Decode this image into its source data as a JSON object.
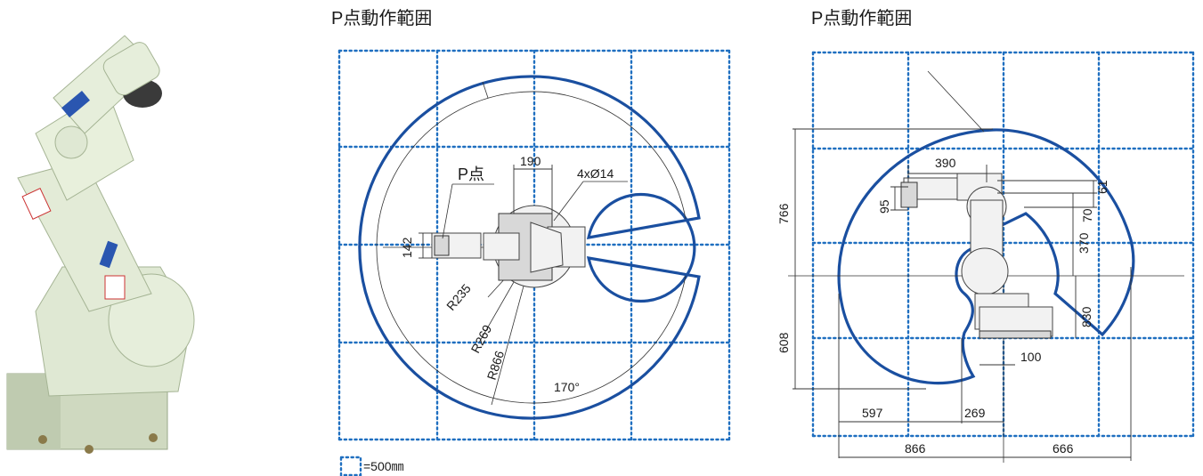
{
  "left_view": {
    "title": "P点動作範囲",
    "labels": {
      "p_point": "P点",
      "dim_190": "190",
      "holes": "4xØ14",
      "dim_142": "142",
      "r235": "R235",
      "r269": "R269",
      "r866": "R866",
      "angle": "170°"
    }
  },
  "right_view": {
    "title": "P点動作範囲",
    "labels": {
      "dim_390": "390",
      "dim_95": "95",
      "dim_61": "61",
      "dim_70": "70",
      "dim_766": "766",
      "dim_370": "370",
      "dim_608": "608",
      "dim_830": "830",
      "dim_100": "100",
      "dim_597": "597",
      "dim_269": "269",
      "dim_866": "866",
      "dim_666": "666"
    }
  },
  "legend": {
    "text": "=500㎜"
  },
  "colors": {
    "envelope": "#1a4fa0",
    "grid": "#1f6fc0",
    "robot_body": "#dfe8d3"
  }
}
